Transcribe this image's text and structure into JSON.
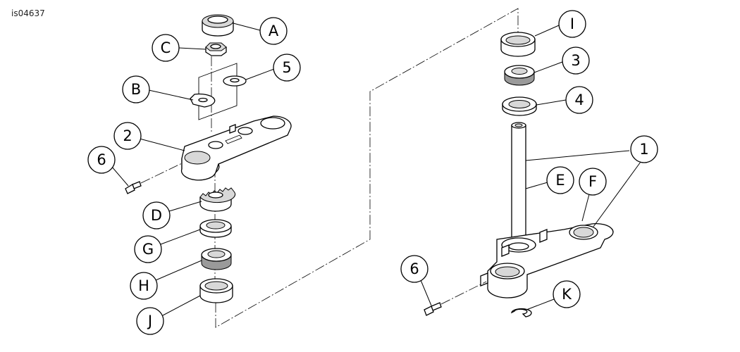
{
  "figure_id": "is04637",
  "callouts": {
    "A": "A",
    "B": "B",
    "C": "C",
    "D": "D",
    "E": "E",
    "F": "F",
    "G": "G",
    "H": "H",
    "I": "I",
    "J": "J",
    "K": "K",
    "n1": "1",
    "n2": "2",
    "n3": "3",
    "n4": "4",
    "n5": "5",
    "n6a": "6",
    "n6b": "6"
  }
}
